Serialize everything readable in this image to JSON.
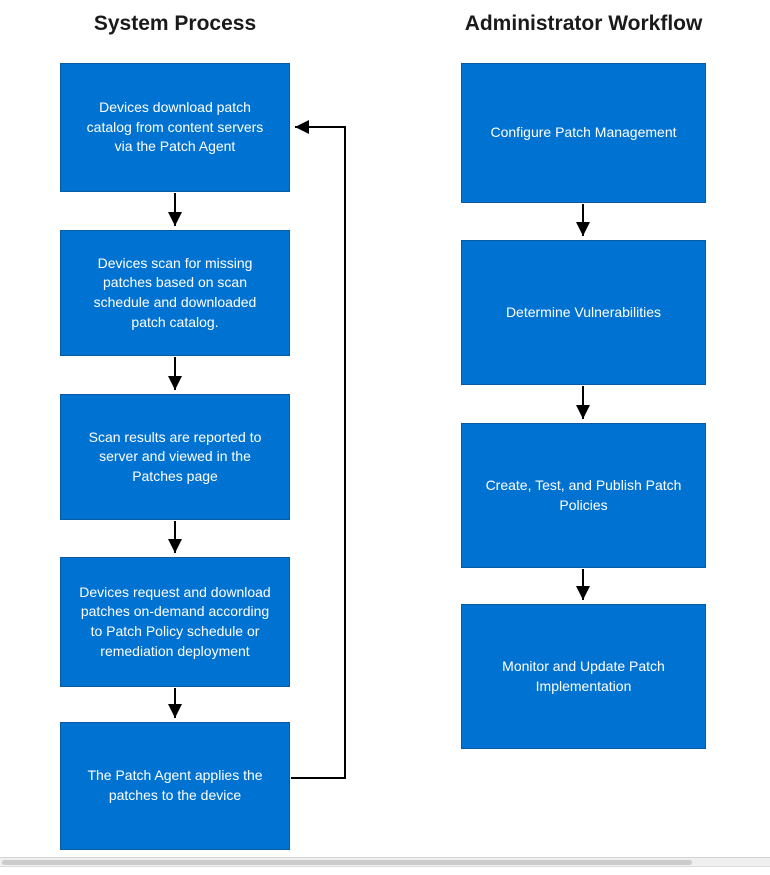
{
  "diagram": {
    "left": {
      "title": "System Process",
      "steps": [
        {
          "text": "Devices download patch catalog from content servers via the Patch Agent"
        },
        {
          "text": "Devices scan for missing patches based on scan schedule and downloaded patch catalog."
        },
        {
          "text": "Scan results are reported to server and viewed in the Patches page"
        },
        {
          "text": "Devices request and download patches on-demand according to Patch Policy schedule or remediation deployment"
        },
        {
          "text": "The Patch Agent applies the patches to the device"
        }
      ]
    },
    "right": {
      "title": "Administrator Workflow",
      "steps": [
        {
          "text": "Configure Patch Management"
        },
        {
          "text": "Determine Vulnerabilities"
        },
        {
          "text": "Create, Test, and Publish Patch Policies"
        },
        {
          "text": "Monitor and Update Patch Implementation"
        }
      ]
    },
    "colors": {
      "box_fill": "#0072D2",
      "box_border": "#0A5AA0",
      "box_text": "#FFFFFF",
      "arrow": "#000000",
      "title_color": "#1A1A1A"
    }
  }
}
